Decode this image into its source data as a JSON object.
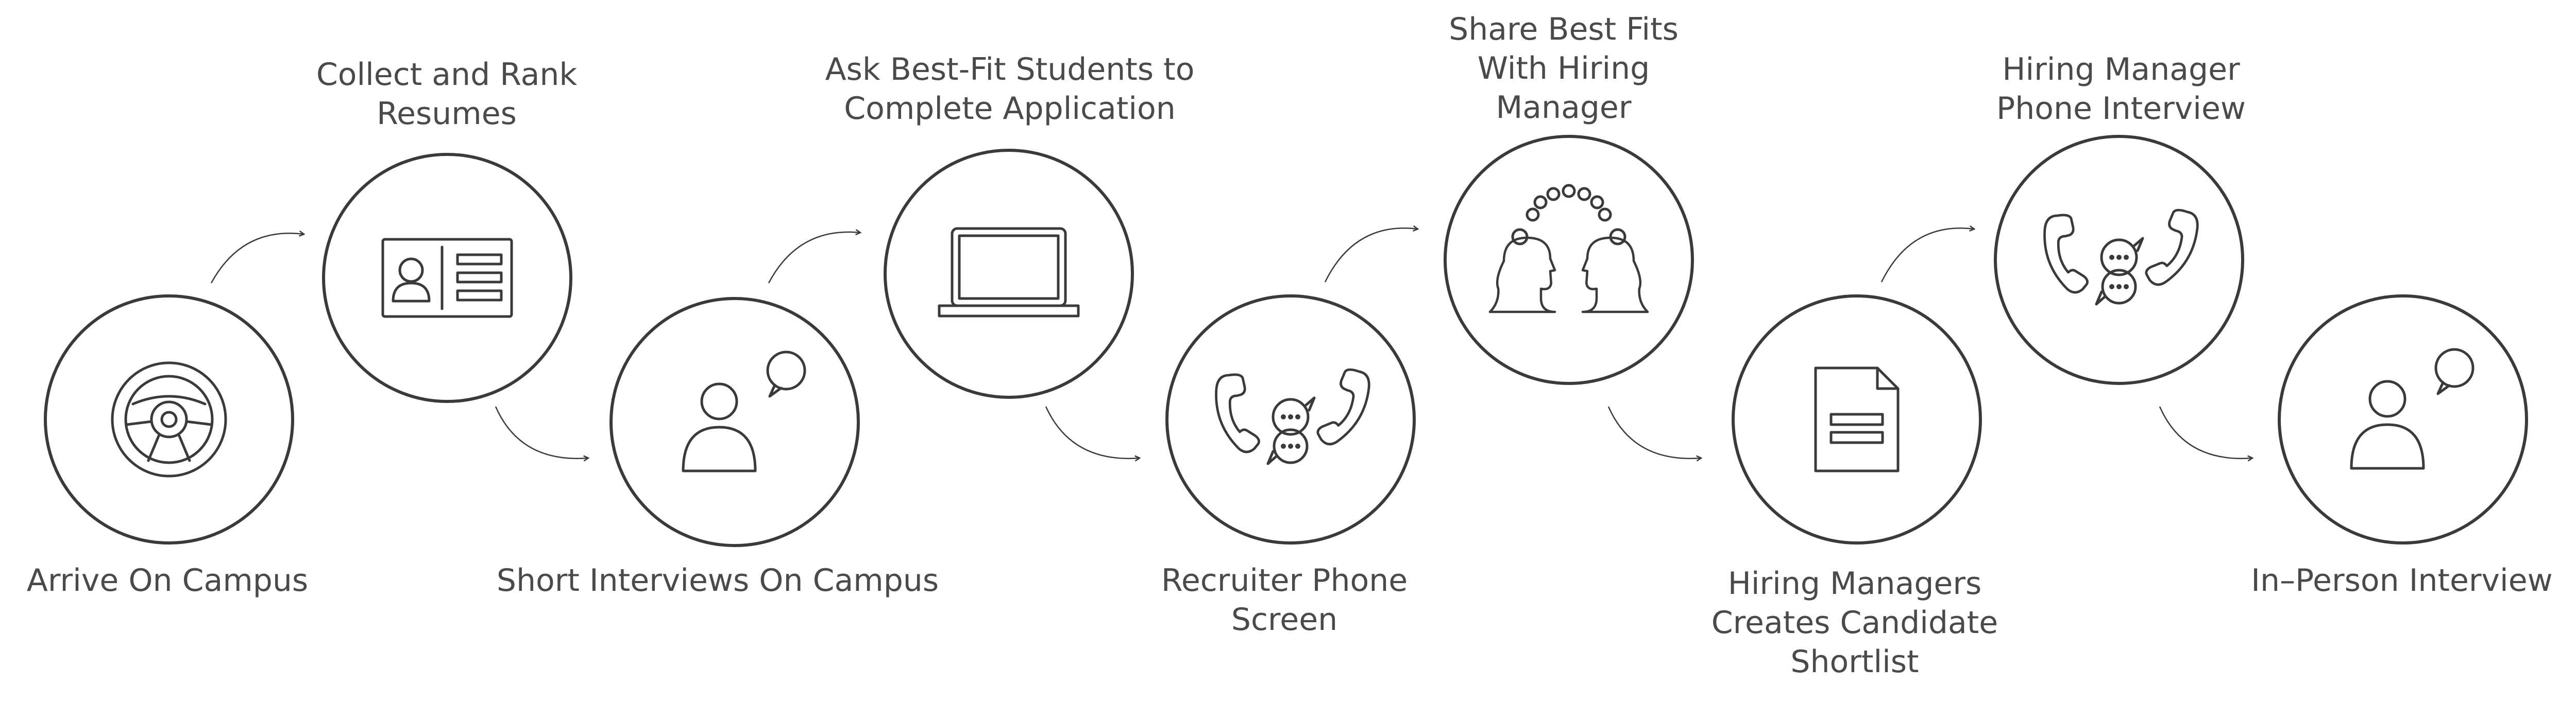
{
  "steps": [
    {
      "label": "Arrive On Campus",
      "icon": "steering-wheel-icon"
    },
    {
      "label": "Collect and Rank\nResumes",
      "icon": "id-card-icon"
    },
    {
      "label": "Short Interviews On Campus",
      "icon": "person-speech-icon"
    },
    {
      "label": "Ask Best-Fit Students to\nComplete Application",
      "icon": "laptop-icon"
    },
    {
      "label": "Recruiter Phone\nScreen",
      "icon": "phone-call-icon"
    },
    {
      "label": "Share Best Fits\nWith Hiring\nManager",
      "icon": "two-heads-icon"
    },
    {
      "label": "Hiring Managers\nCreates Candidate\nShortlist",
      "icon": "document-icon"
    },
    {
      "label": "Hiring Manager\nPhone Interview",
      "icon": "phone-call-icon"
    },
    {
      "label": "In–Person Interview",
      "icon": "person-speech-icon"
    }
  ],
  "colors": {
    "stroke": "#3a3a3a",
    "text": "#4a4a4a",
    "background": "#ffffff"
  }
}
